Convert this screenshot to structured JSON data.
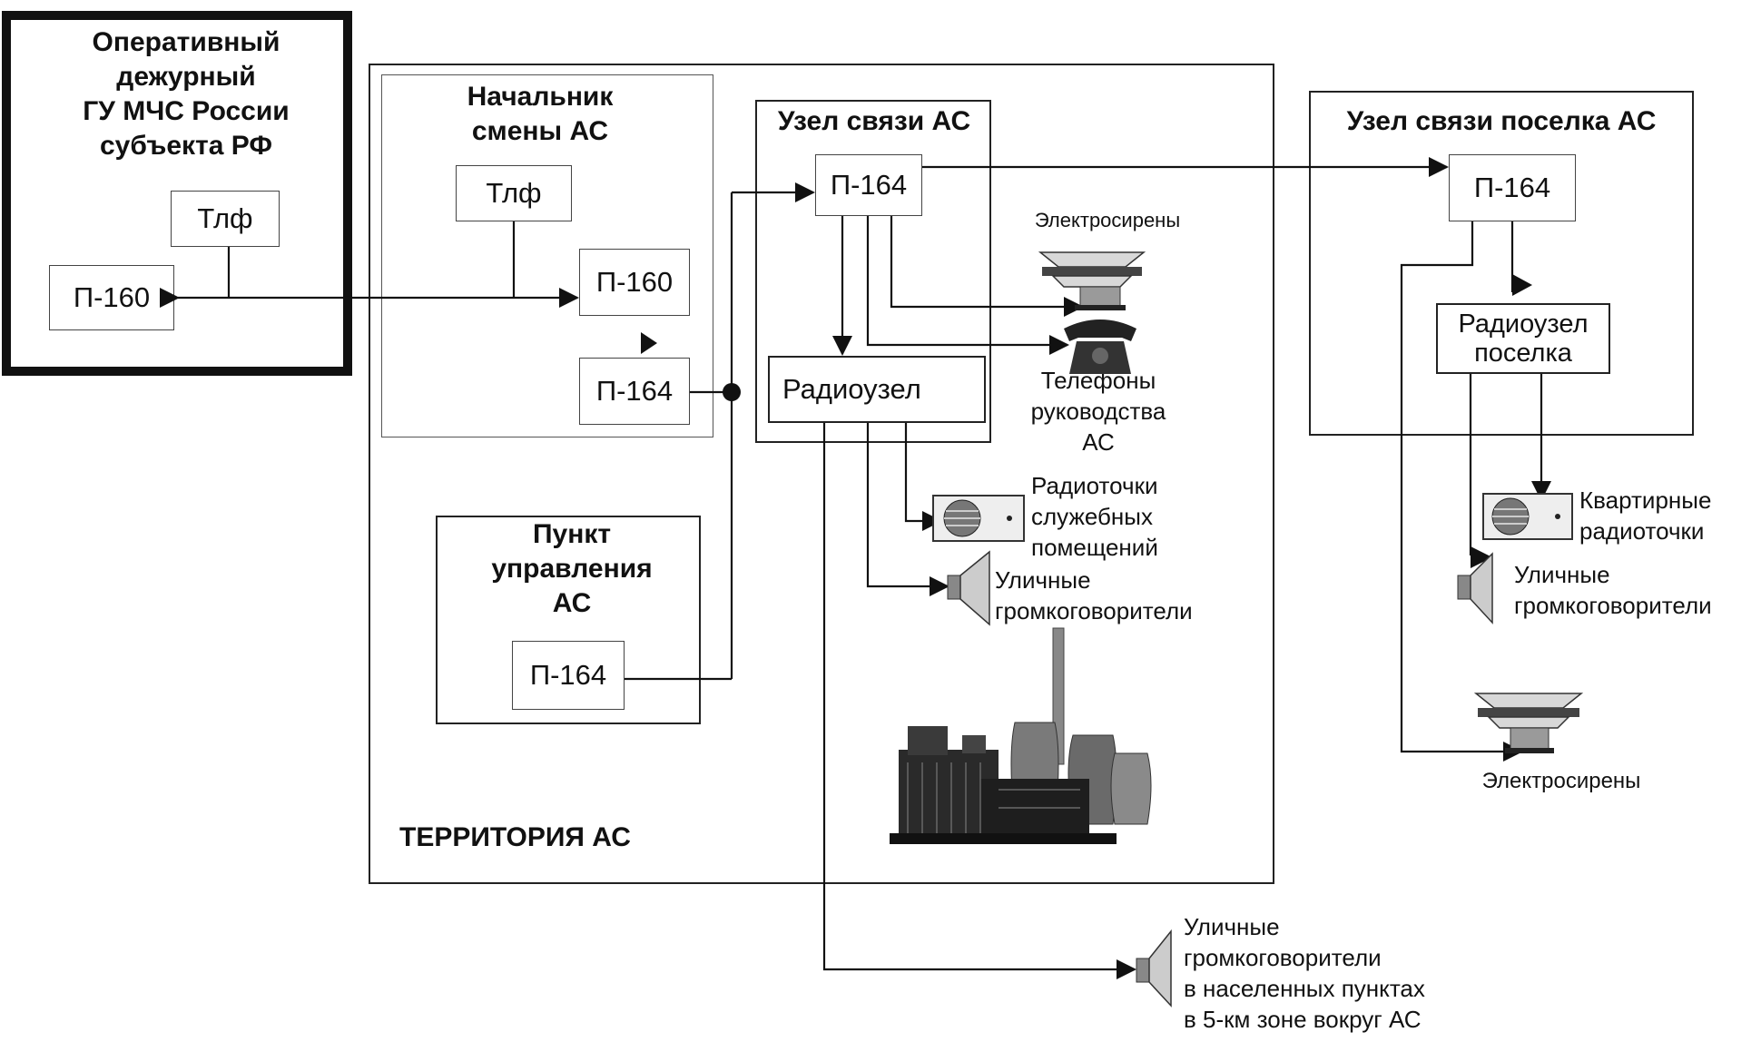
{
  "ops_duty": {
    "title": "Оперативный\nдежурный\nГУ МЧС России\nсубъекта РФ",
    "tlf": "Тлф",
    "p160": "П-160"
  },
  "shift_chief": {
    "title": "Начальник\nсмены АС",
    "tlf": "Тлф",
    "p160": "П-160",
    "p164": "П-164"
  },
  "control_point": {
    "title": "Пункт\nуправления\nАС",
    "p164": "П-164"
  },
  "territory_label": "ТЕРРИТОРИЯ АС",
  "comm_node": {
    "title": "Узел связи АС",
    "p164": "П-164",
    "radio_node": "Радиоузел"
  },
  "sirens_top": "Электросирены",
  "phones": "Телефоны\nруководства\nАС",
  "radio_points_office": "Радиоточки\nслужебных\nпомещений",
  "street_speakers_as": "Уличные\nгромкоговорители",
  "street_speakers_zone": "Уличные\nгромкоговорители\nв населенных пунктах\nв 5-км зоне вокруг АС",
  "village_node": {
    "title": "Узел связи поселка АС",
    "p164": "П-164",
    "radio_node": "Радиоузел\nпоселка"
  },
  "apartment_radio": "Квартирные\nрадиоточки",
  "street_speakers_village": "Уличные\nгромкоговорители",
  "sirens_village": "Электросирены"
}
